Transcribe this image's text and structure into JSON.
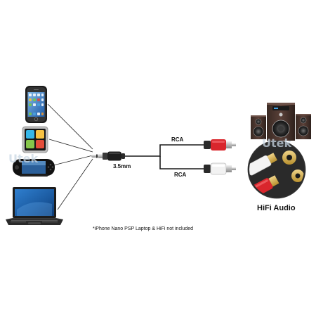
{
  "cable": {
    "jack_label": "3.5mm",
    "rca_top_label": "RCA",
    "rca_bottom_label": "RCA",
    "rca_colors": {
      "red": "#d9262c",
      "white": "#f2f2f2"
    }
  },
  "devices": [
    "iphone-icon",
    "ipod-nano-icon",
    "psp-icon",
    "laptop-icon"
  ],
  "output": {
    "label": "HiFi Audio"
  },
  "note": "*iPhone Nano PSP Laptop & HiFi not included",
  "watermark": "Utek"
}
